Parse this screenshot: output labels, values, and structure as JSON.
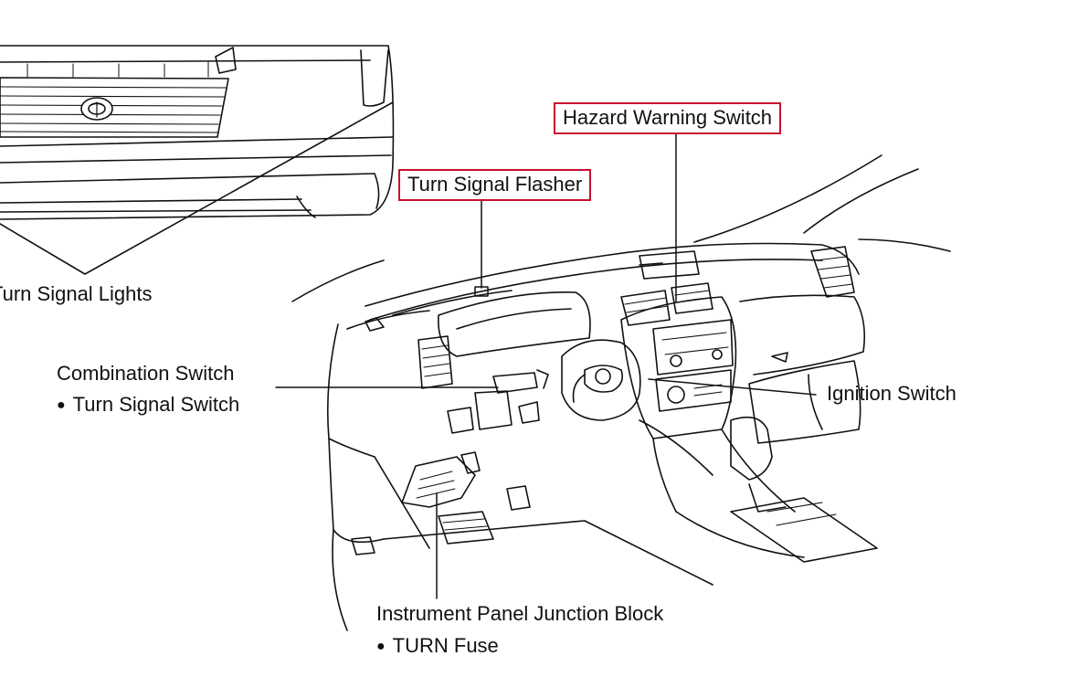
{
  "labels": {
    "hazard_warning_switch": "Hazard Warning Switch",
    "turn_signal_flasher": "Turn Signal Flasher",
    "turn_signal_lights": "Turn Signal Lights",
    "combination_switch": "Combination Switch",
    "turn_signal_switch": "Turn Signal Switch",
    "ignition_switch": "Ignition Switch",
    "instrument_panel_junction_block": "Instrument Panel Junction Block",
    "turn_fuse": "TURN Fuse"
  },
  "colors": {
    "highlight_box": "#c8102e",
    "line_art": "#111111",
    "background": "#ffffff"
  }
}
